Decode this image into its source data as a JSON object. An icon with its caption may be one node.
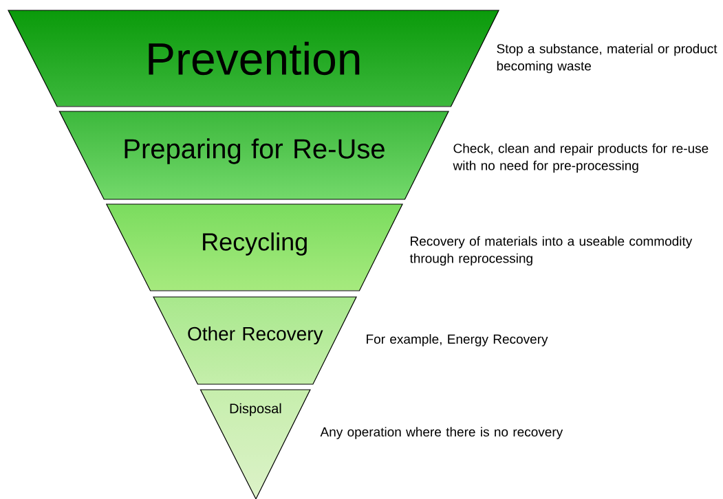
{
  "diagram": {
    "nodes": [
      {
        "text": [
          "Prevention"
        ],
        "beside": [
          "Stop a substance, material or product becoming waste"
        ]
      },
      {
        "text": [
          "Preparing for Re-Use"
        ],
        "beside": [
          "Check, clean and repair products for re-use with no need for pre-processing"
        ]
      },
      {
        "text": [
          "Recycling"
        ],
        "beside": [
          "Recovery of materials into a useable commodity through reprocessing"
        ]
      },
      {
        "text": [
          "Other Recovery"
        ],
        "beside": [
          "For example, Energy Recovery"
        ]
      },
      {
        "text": [
          "Disposal"
        ],
        "beside": [
          "Any operation where there is no recovery"
        ]
      }
    ]
  }
}
